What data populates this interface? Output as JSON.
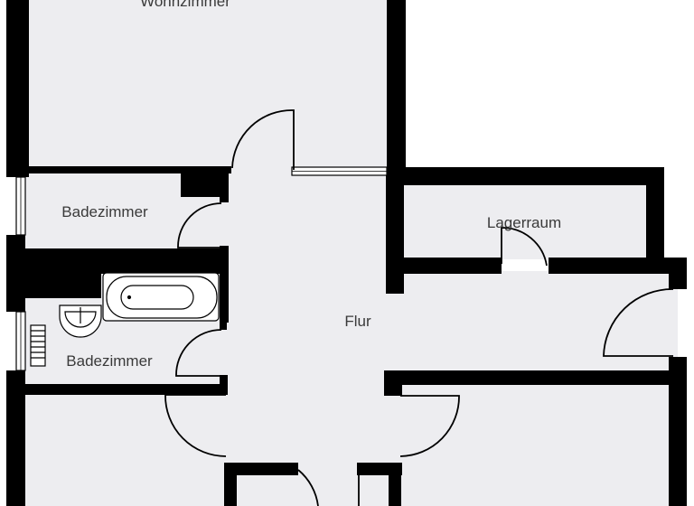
{
  "rooms": [
    {
      "name": "Wohnzimmer"
    },
    {
      "name": "Badezimmer"
    },
    {
      "name": "Lagerraum"
    },
    {
      "name": "Flur"
    },
    {
      "name": "Badezimmer"
    }
  ],
  "colors": {
    "floor": "#ededf0",
    "wall": "#000000",
    "label": "#3a3a3a"
  }
}
